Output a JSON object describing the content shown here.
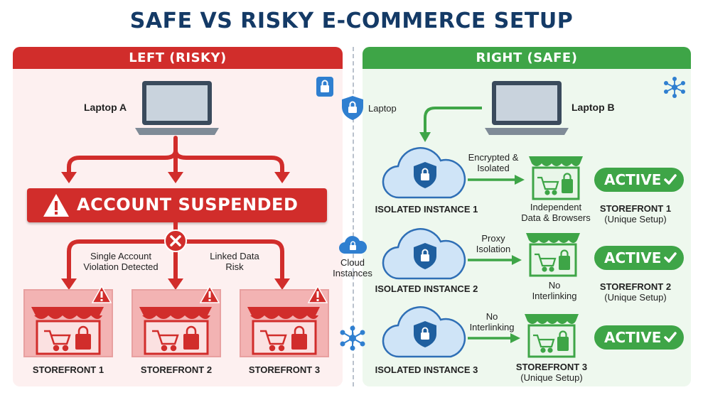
{
  "title": "SAFE VS RISKY E-COMMERCE SETUP",
  "left": {
    "header": "LEFT (RISKY)",
    "laptop_label": "Laptop A",
    "banner": "ACCOUNT SUSPENDED",
    "note_left": [
      "Single Account",
      "Violation Detected"
    ],
    "note_right": [
      "Linked Data",
      "Risk"
    ],
    "storefronts": [
      "STOREFRONT 1",
      "STOREFRONT 2",
      "STOREFRONT 3"
    ]
  },
  "middle": {
    "laptop": "Laptop",
    "cloud": [
      "Cloud",
      "Instances"
    ]
  },
  "right": {
    "header": "RIGHT (SAFE)",
    "laptop_label": "Laptop B",
    "instances": [
      "ISOLATED INSTANCE 1",
      "ISOLATED INSTANCE 2",
      "ISOLATED INSTANCE 3"
    ],
    "arrow_labels": [
      [
        "Encrypted &",
        "Isolated"
      ],
      [
        "Proxy",
        "Isolation"
      ],
      [
        "No",
        "Interlinking"
      ]
    ],
    "store_captions": [
      [
        "Independent",
        "Data & Browsers"
      ],
      [
        "No",
        "Interlinking"
      ],
      [
        "STOREFRONT 3",
        "(Unique Setup)"
      ]
    ],
    "active_label": "ACTIVE",
    "storefront_names": [
      [
        "STOREFRONT 1",
        "(Unique Setup)"
      ],
      [
        "STOREFRONT 2",
        "(Unique Setup)"
      ]
    ]
  },
  "colors": {
    "red": "#d12d2b",
    "green": "#3ea547",
    "navy": "#143a66",
    "blue": "#2f7fd0",
    "cloud": "#cfe4f7"
  }
}
